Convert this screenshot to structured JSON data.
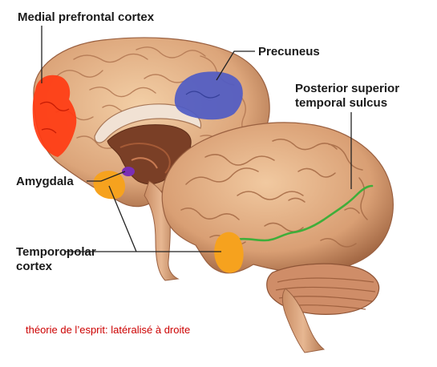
{
  "labels": {
    "medial_prefrontal": "Medial prefrontal cortex",
    "precuneus": "Precuneus",
    "posterior_superior_line1": "Posterior superior",
    "posterior_superior_line2": "temporal sulcus",
    "amygdala": "Amygdala",
    "temporopolar_line1": "Temporopolar",
    "temporopolar_line2": "cortex"
  },
  "caption": "théorie de l’esprit: latéralisé à droite",
  "colors": {
    "medial_prefrontal": "#ff3b12",
    "precuneus": "#4f5bc4",
    "amygdala": "#7a2fb5",
    "temporopolar": "#f6a21e",
    "sulcus": "#3fae3a",
    "caption": "#cc0000",
    "brain": "#e8b68c",
    "brain_shadow": "#b07a55"
  }
}
